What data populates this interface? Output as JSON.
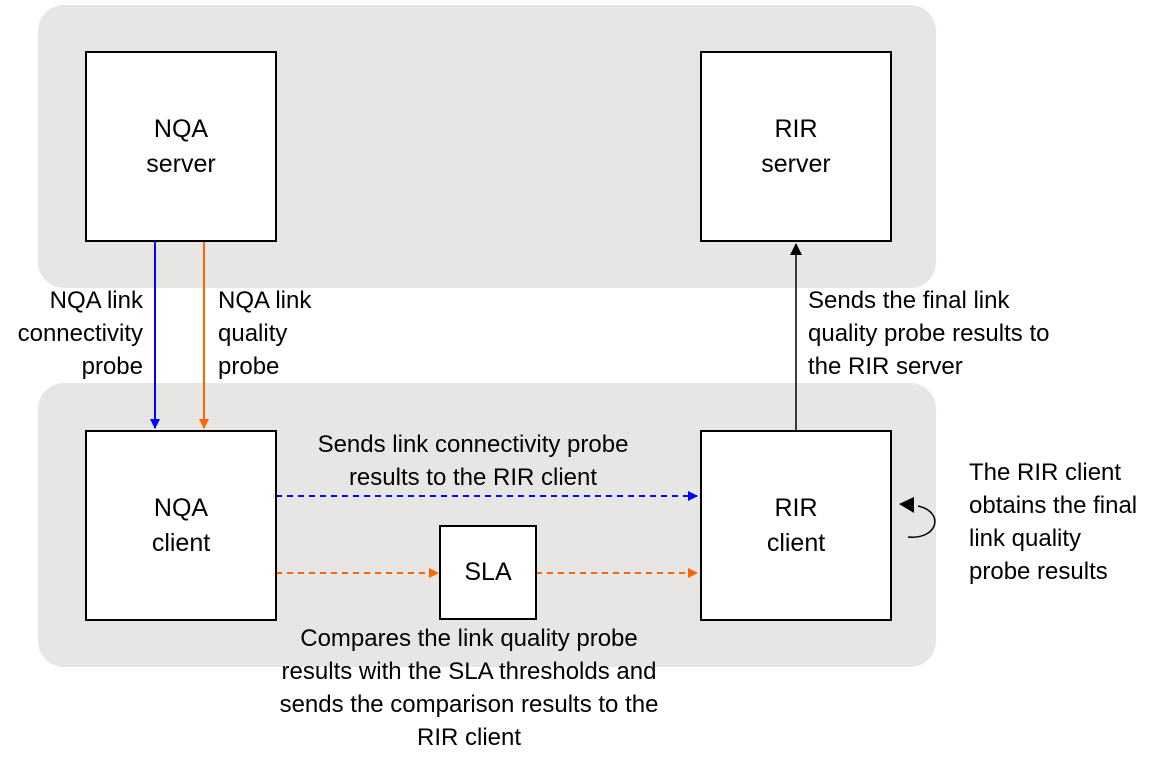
{
  "nodes": {
    "nqa_server": [
      "NQA",
      "server"
    ],
    "rir_server": [
      "RIR",
      "server"
    ],
    "nqa_client": [
      "NQA",
      "client"
    ],
    "rir_client": [
      "RIR",
      "client"
    ],
    "sla": "SLA"
  },
  "labels": {
    "connectivity_probe": [
      "NQA link",
      "connectivity",
      "probe"
    ],
    "quality_probe": [
      "NQA link",
      "quality",
      "probe"
    ],
    "final_results_to_server": [
      "Sends the final link",
      "quality probe results to",
      "the RIR server"
    ],
    "connectivity_results_to_client": [
      "Sends link connectivity probe",
      "results to the RIR client"
    ],
    "compare_with_sla": [
      "Compares the link quality probe",
      "results with the SLA thresholds and",
      "sends the comparison results to the",
      "RIR client"
    ],
    "rir_client_obtains": [
      "The RIR client",
      "obtains the final",
      "link quality",
      "probe results"
    ]
  },
  "colors": {
    "panel": "#e8e6e5",
    "connectivity": "#0000ff",
    "quality": "#ff6600",
    "final": "#000000"
  }
}
